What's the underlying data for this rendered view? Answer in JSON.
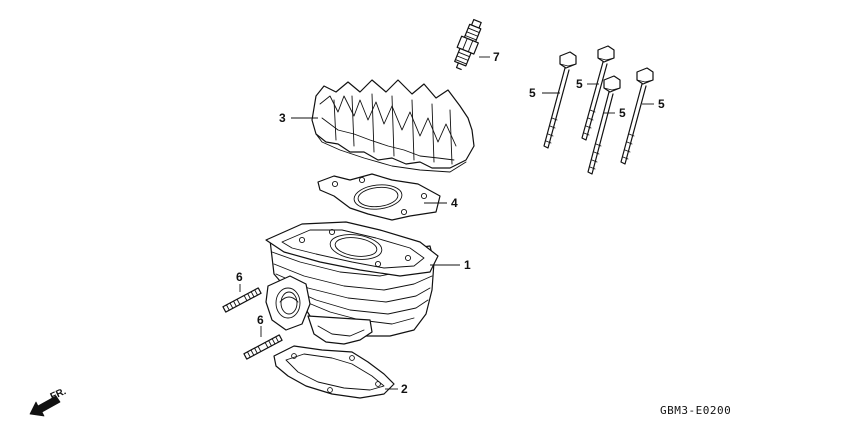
{
  "diagram": {
    "parts": [
      {
        "id": "cylinder",
        "callout": "1"
      },
      {
        "id": "base-gasket",
        "callout": "2"
      },
      {
        "id": "cylinder-head",
        "callout": "3"
      },
      {
        "id": "head-gasket",
        "callout": "4"
      },
      {
        "id": "head-bolt-a",
        "callout": "5"
      },
      {
        "id": "head-bolt-b",
        "callout": "5"
      },
      {
        "id": "head-bolt-c",
        "callout": "5"
      },
      {
        "id": "head-bolt-d",
        "callout": "5"
      },
      {
        "id": "stud-bolt-upper",
        "callout": "6"
      },
      {
        "id": "stud-bolt-lower",
        "callout": "6"
      },
      {
        "id": "spark-plug",
        "callout": "7"
      }
    ],
    "front_indicator": "FR.",
    "diagram_code": "GBM3-E0200"
  }
}
